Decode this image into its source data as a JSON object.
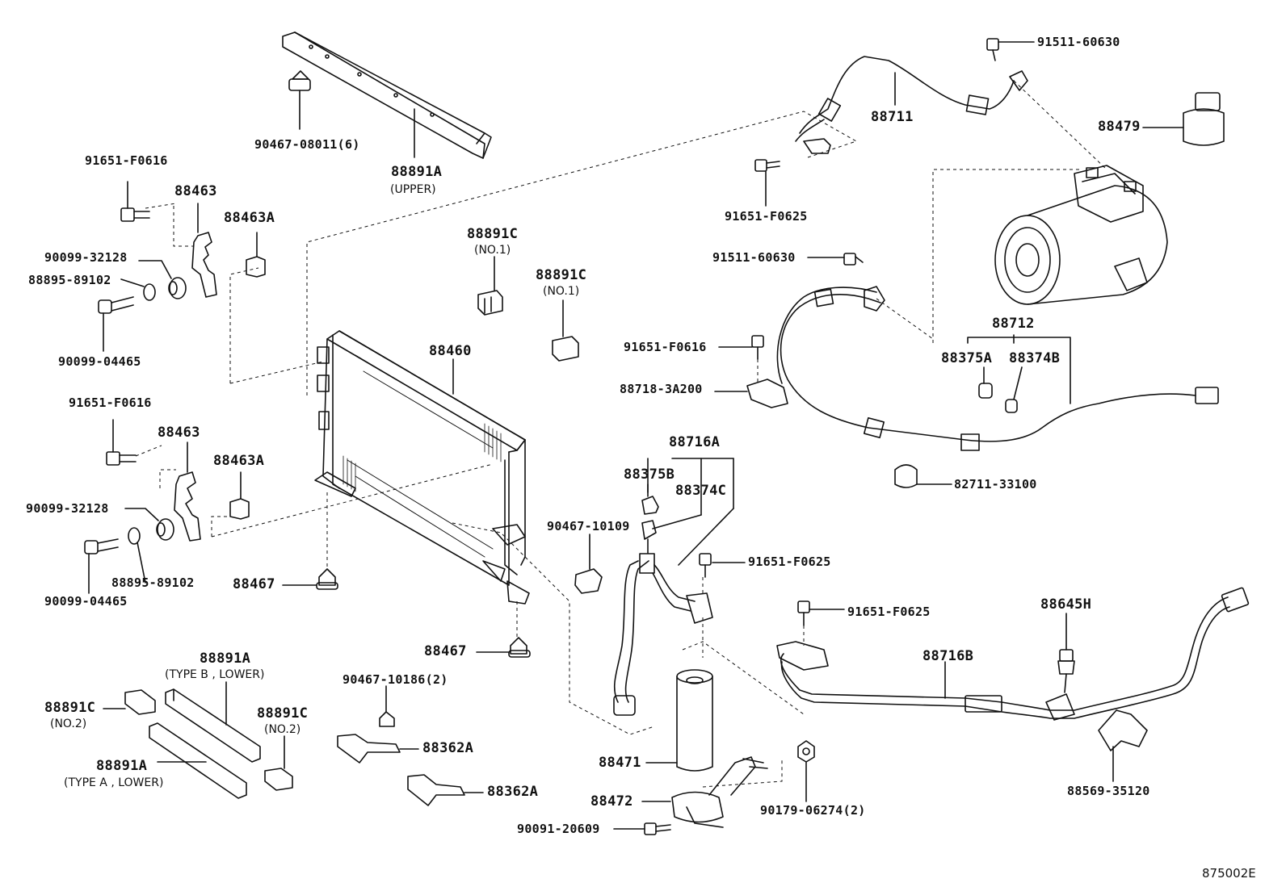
{
  "diagram_code": "875002E",
  "labels": {
    "p90467_08011": "90467-08011(6)",
    "p88891A_upper": "88891A",
    "upper_note": "(UPPER)",
    "p91651_F0616_a": "91651-F0616",
    "p88463_a": "88463",
    "p88463A_a": "88463A",
    "p90099_32128_a": "90099-32128",
    "p88895_89102_a": "88895-89102",
    "p90099_04465_a": "90099-04465",
    "p88891C_no1_a": "88891C",
    "no1_a": "(NO.1)",
    "p88891C_no1_b": "88891C",
    "no1_b": "(NO.1)",
    "p88460": "88460",
    "p91651_F0616_b": "91651-F0616",
    "p88463_b": "88463",
    "p88463A_b": "88463A",
    "p90099_32128_b": "90099-32128",
    "p88895_89102_b": "88895-89102",
    "p90099_04465_b": "90099-04465",
    "p88467_a": "88467",
    "p88467_b": "88467",
    "p88711": "88711",
    "p91511_60630_a": "91511-60630",
    "p88479": "88479",
    "p91651_F0625_a": "91651-F0625",
    "p91511_60630_b": "91511-60630",
    "p88712": "88712",
    "p88375A": "88375A",
    "p88374B": "88374B",
    "p91651_F0616_c": "91651-F0616",
    "p88718_3A200": "88718-3A200",
    "p82711_33100": "82711-33100",
    "p88716A": "88716A",
    "p88375B": "88375B",
    "p88374C": "88374C",
    "p90467_10109": "90467-10109",
    "p91651_F0625_b": "91651-F0625",
    "p91651_F0625_c": "91651-F0625",
    "p88645H": "88645H",
    "p88716B": "88716B",
    "p88569_35120": "88569-35120",
    "p88891A_typeB": "88891A",
    "typeB_note": "(TYPE B , LOWER)",
    "p88891C_no2_a": "88891C",
    "no2_a": "(NO.2)",
    "p88891C_no2_b": "88891C",
    "no2_b": "(NO.2)",
    "p88891A_typeA": "88891A",
    "typeA_note": "(TYPE A , LOWER)",
    "p90467_10186": "90467-10186(2)",
    "p88362A_a": "88362A",
    "p88362A_b": "88362A",
    "p88471": "88471",
    "p88472": "88472",
    "p90091_20609": "90091-20609",
    "p90179_06274": "90179-06274(2)"
  }
}
